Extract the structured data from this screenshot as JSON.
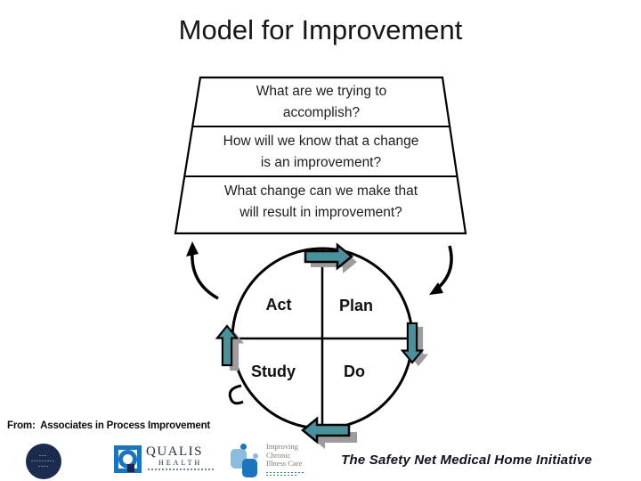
{
  "title": "Model for Improvement",
  "funnel": {
    "questions": [
      "What are we trying to\naccomplish?",
      "How will we know that a change\nis an improvement?",
      "What change can we make that\nwill result in improvement?"
    ]
  },
  "cycle": {
    "act": "Act",
    "plan": "Plan",
    "study": "Study",
    "do": "Do"
  },
  "attribution": "From:  Associates in Process Improvement",
  "footer": {
    "initiative": "The Safety Net Medical Home Initiative",
    "logos": {
      "navy_seal": "navy-circle-seal-logo",
      "qualis": {
        "name": "QUALIS",
        "sub": "HEALTH"
      },
      "icic": {
        "lines": "Improving\nChronic\nIllness Care"
      }
    }
  },
  "colors": {
    "arrow_teal": "#4A929B",
    "arrow_shadow": "#9C9C9C",
    "outline_black": "#000000",
    "seal_navy": "#1B2B4D",
    "qualis_blue": "#1B75BC",
    "icic_light_blue": "#8BBBDE",
    "icic_blue": "#1C75BC"
  }
}
